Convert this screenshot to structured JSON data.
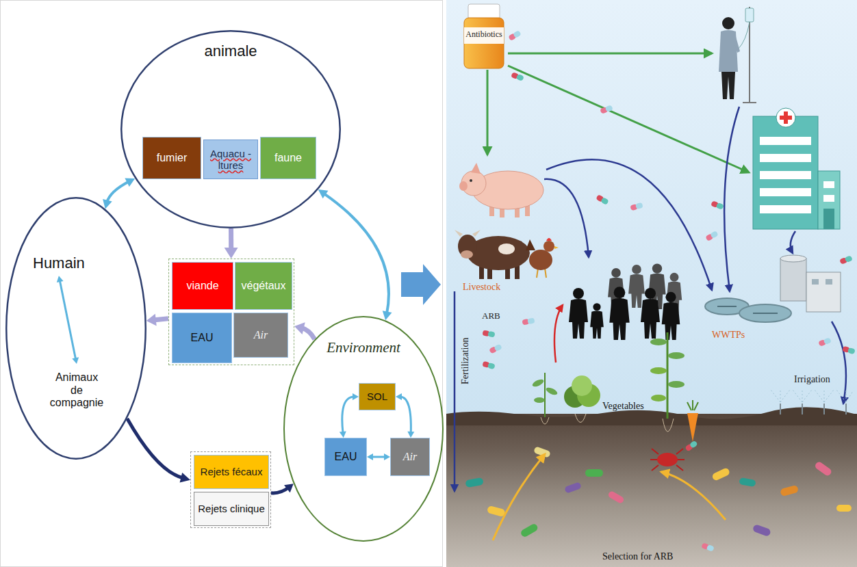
{
  "diagram": {
    "nodes": [
      {
        "text": [
          "animale"
        ]
      },
      {
        "text": [
          "fumier"
        ],
        "in": 0
      },
      {
        "text": [
          "Aquacu -ltures"
        ],
        "in": 0
      },
      {
        "text": [
          "faune"
        ],
        "in": 0
      },
      {
        "text": []
      },
      {
        "text": [
          "viande"
        ],
        "in": 4
      },
      {
        "text": [
          "végétaux"
        ],
        "in": 4
      },
      {
        "text": [
          "EAU"
        ],
        "in": 4
      },
      {
        "text": [
          "Air"
        ],
        "in": 4
      },
      {
        "text": [
          "Humain"
        ]
      },
      {
        "text": [
          "Animaux de compagnie"
        ],
        "in": 9
      },
      {
        "text": [
          "Environment"
        ]
      },
      {
        "text": [
          "SOL"
        ],
        "in": 11
      },
      {
        "text": [
          "EAU"
        ],
        "in": 11
      },
      {
        "text": [
          "Air"
        ],
        "in": 11
      },
      {
        "text": []
      },
      {
        "text": [
          "Rejets fécaux"
        ],
        "in": 15
      },
      {
        "text": [
          "Rejets clinique"
        ],
        "in": 15
      }
    ],
    "edges": [
      {
        "from": 0,
        "to": 9,
        "arrow": "both"
      },
      {
        "from": 0,
        "to": 11,
        "arrow": "both"
      },
      {
        "from": 0,
        "to": 4,
        "arrow": "to"
      },
      {
        "from": 4,
        "to": 9,
        "arrow": "to"
      },
      {
        "from": 11,
        "to": 4,
        "arrow": "to"
      },
      {
        "from": 9,
        "to": 10,
        "arrow": "both"
      },
      {
        "from": 9,
        "to": 15,
        "arrow": "to"
      },
      {
        "from": 15,
        "to": 11,
        "arrow": "to"
      },
      {
        "from": 12,
        "to": 13,
        "arrow": "both"
      },
      {
        "from": 12,
        "to": 14,
        "arrow": "both"
      },
      {
        "from": 13,
        "to": 14,
        "arrow": "both"
      }
    ],
    "labels": [
      "Antibiotics",
      "Livestock",
      "ARB",
      "Fertilization",
      "Vegetables",
      "WWTPs",
      "Irrigation",
      "Selection for ARB"
    ]
  }
}
